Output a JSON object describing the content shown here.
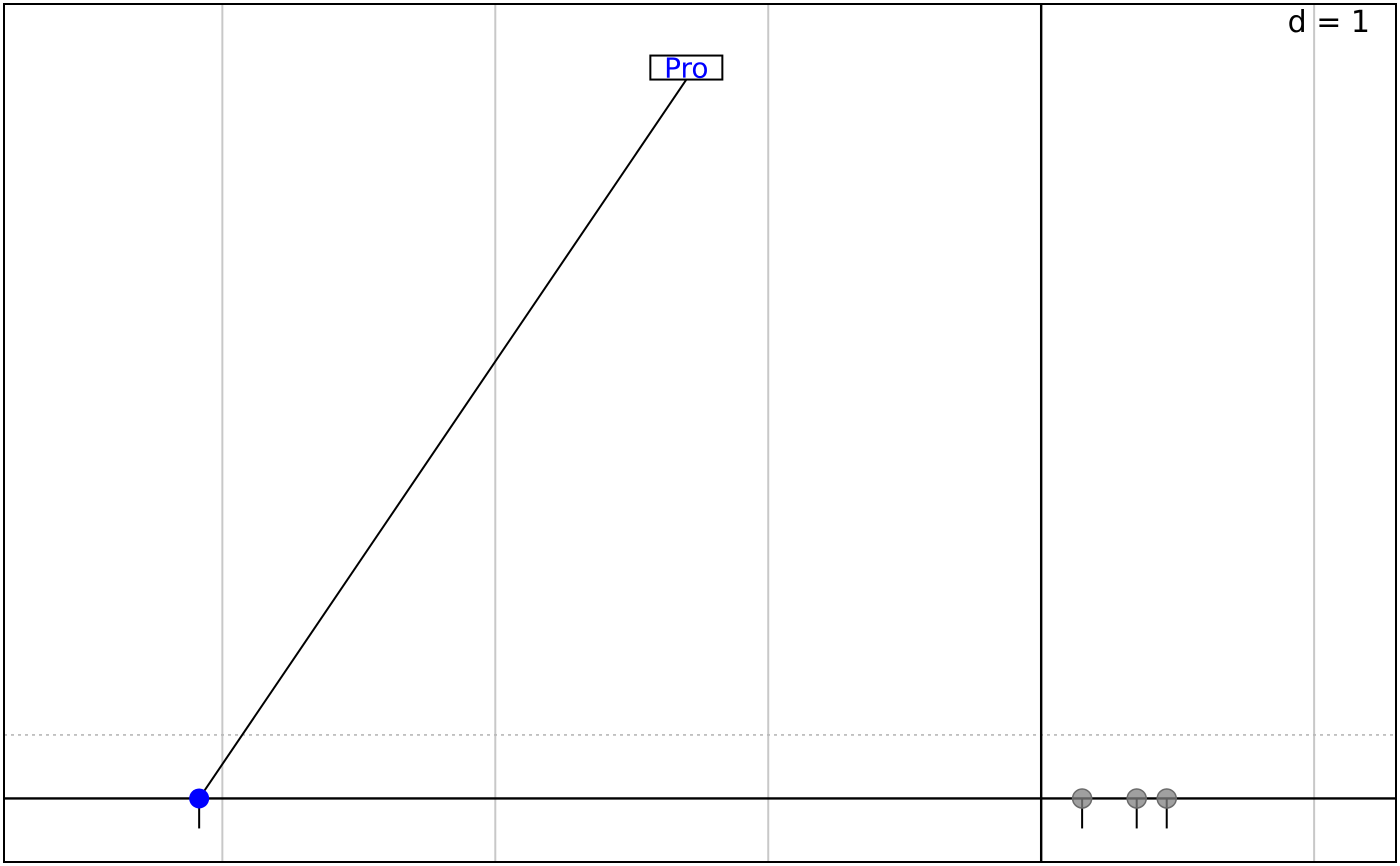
{
  "chart_data": {
    "type": "scatter",
    "title": "",
    "xlabel": "",
    "ylabel": "",
    "corner_label": "d = 1",
    "grid": true,
    "xlim": [
      -0.8,
      4.3
    ],
    "ylim": [
      -0.2,
      2.5
    ],
    "x_gridlines": [
      0,
      1,
      2,
      3,
      4
    ],
    "h_gridline_y": 0.2,
    "v_axis_x": 3,
    "points": [
      {
        "x": -0.085,
        "y": 0,
        "color": "#0000ff",
        "highlight": true,
        "label": "Pro",
        "label_x": 1.7,
        "label_y": 2.3
      },
      {
        "x": 3.15,
        "y": 0,
        "color": "#808080",
        "highlight": false
      },
      {
        "x": 3.35,
        "y": 0,
        "color": "#808080",
        "highlight": false
      },
      {
        "x": 3.46,
        "y": 0,
        "color": "#808080",
        "highlight": false
      }
    ]
  }
}
